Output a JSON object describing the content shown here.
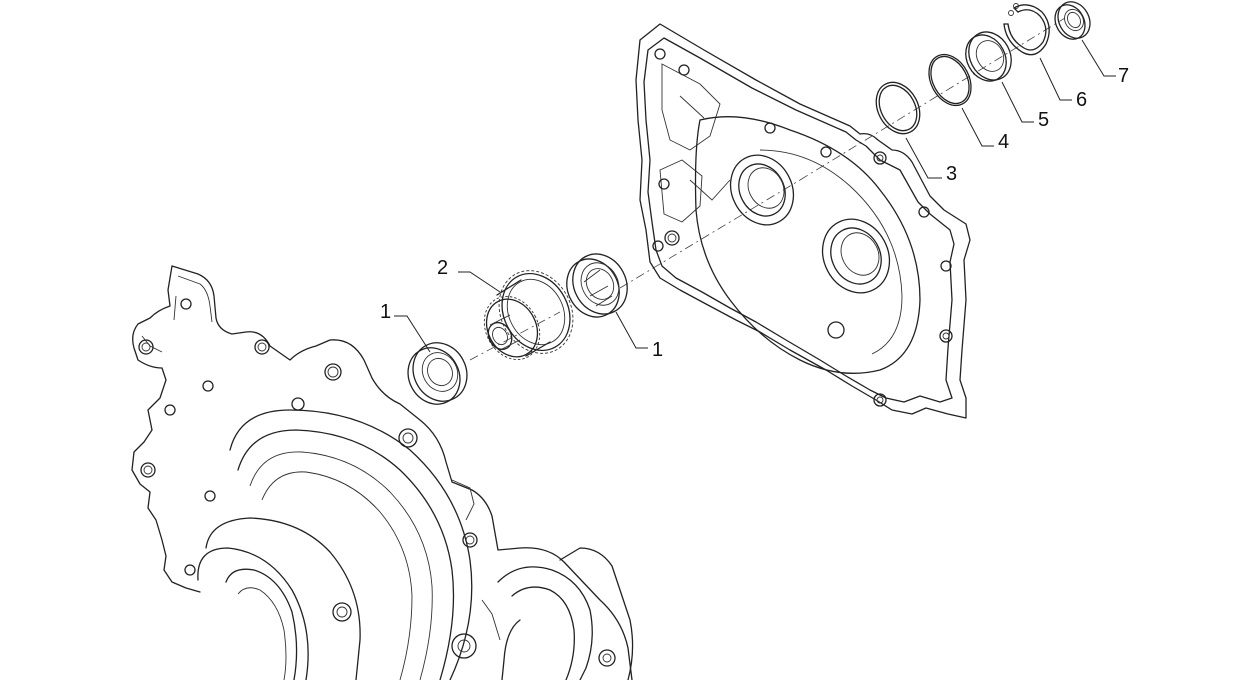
{
  "callouts": [
    {
      "id": "c1a",
      "label": "1"
    },
    {
      "id": "c2",
      "label": "2"
    },
    {
      "id": "c1b",
      "label": "1"
    },
    {
      "id": "c3",
      "label": "3"
    },
    {
      "id": "c4",
      "label": "4"
    },
    {
      "id": "c5",
      "label": "5"
    },
    {
      "id": "c6",
      "label": "6"
    },
    {
      "id": "c7",
      "label": "7"
    }
  ],
  "colors": {
    "line": "#222222",
    "background": "#ffffff"
  }
}
